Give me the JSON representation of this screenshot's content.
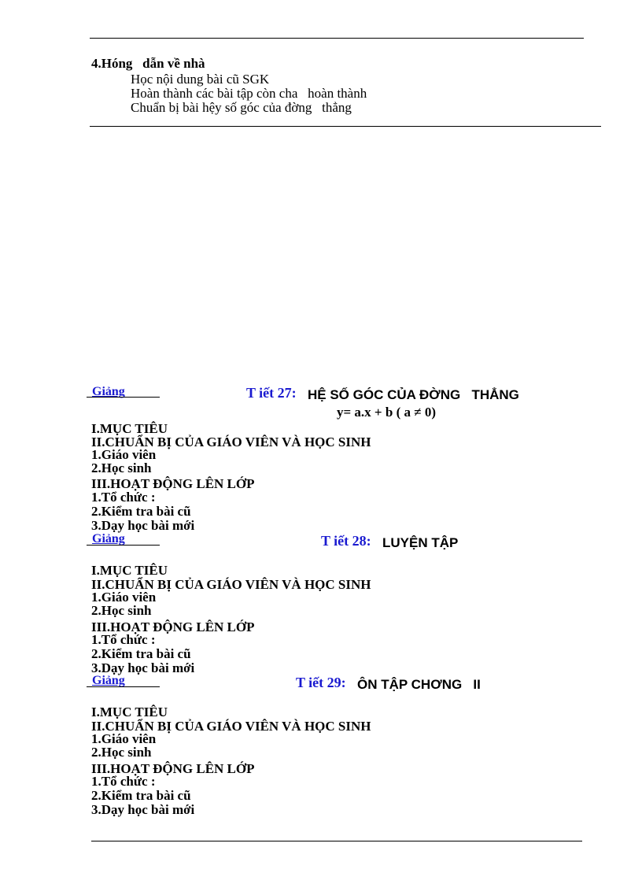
{
  "homework": {
    "heading": "4.Hóng   dẫn về nhà",
    "items": [
      "Học nội dung bài cũ SGK",
      "Hoàn thành các bài tập còn cha   hoàn thành",
      "Chuẩn bị bài hệy số góc của đờng   thẳng"
    ]
  },
  "lessons": [
    {
      "giang": "Giảng",
      "tiet": "T iết 27:",
      "title": "HỆ SỐ GÓC CỦA ĐỜNG   THẲNG",
      "formula": "y= a.x + b ( a ≠ 0)"
    },
    {
      "giang": "Giảng",
      "tiet": "T iết 28:",
      "title": "LUYỆN TẬP"
    },
    {
      "giang": "Giảng",
      "tiet": "T iết 29:",
      "title": "ÔN TẬP CHƠNG   II"
    }
  ],
  "outline": [
    "I.MỤC TIÊU",
    "II.CHUẨN BỊ CỦA GIÁO VIÊN VÀ HỌC SINH",
    "1.Giáo viên",
    "2.Học sinh",
    "III.HOẠT ĐỘNG LÊN LỚP",
    "1.Tổ chức :",
    "2.Kiểm tra bài cũ",
    "3.Dạy học bài mới"
  ],
  "colors": {
    "heading_blue": "#1a1ad0",
    "text": "#000000"
  }
}
